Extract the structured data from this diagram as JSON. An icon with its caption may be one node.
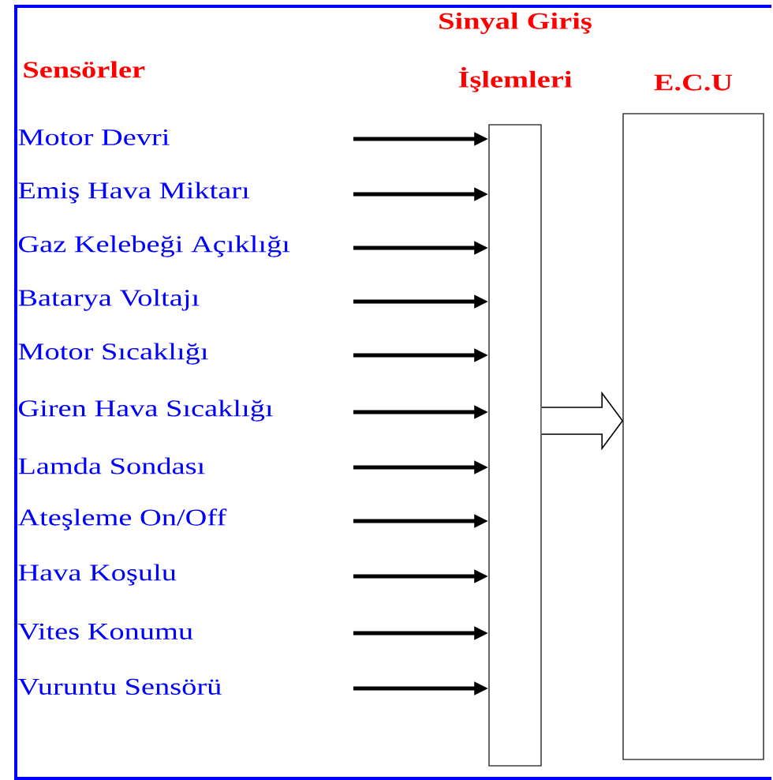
{
  "diagram": {
    "nodes": [
      {
        "text": [
          "Sinyal Giriş İşlemleri"
        ]
      },
      {
        "text": [
          "E.C.U"
        ]
      }
    ],
    "edges": [
      {
        "from": null,
        "to": 0,
        "arrow": "to"
      },
      {
        "from": null,
        "to": 0,
        "arrow": "to"
      },
      {
        "from": null,
        "to": 0,
        "arrow": "to"
      },
      {
        "from": null,
        "to": 0,
        "arrow": "to"
      },
      {
        "from": null,
        "to": 0,
        "arrow": "to"
      },
      {
        "from": null,
        "to": 0,
        "arrow": "to"
      },
      {
        "from": null,
        "to": 0,
        "arrow": "to"
      },
      {
        "from": null,
        "to": 0,
        "arrow": "to"
      },
      {
        "from": null,
        "to": 0,
        "arrow": "to"
      },
      {
        "from": null,
        "to": 0,
        "arrow": "to"
      },
      {
        "from": null,
        "to": 0,
        "arrow": "to"
      },
      {
        "from": 0,
        "to": 1,
        "arrow": "to"
      }
    ],
    "labels": [
      "Sensörler",
      "Motor Devri",
      "Emiş Hava Miktarı",
      "Gaz Kelebeği Açıklığı",
      "Batarya Voltajı",
      "Motor Sıcaklığı",
      "Giren Hava Sıcaklığı",
      "Lamda Sondası",
      "Ateşleme On/Off",
      "Hava Koşulu",
      "Vites Konumu",
      "Vuruntu Sensörü"
    ]
  }
}
